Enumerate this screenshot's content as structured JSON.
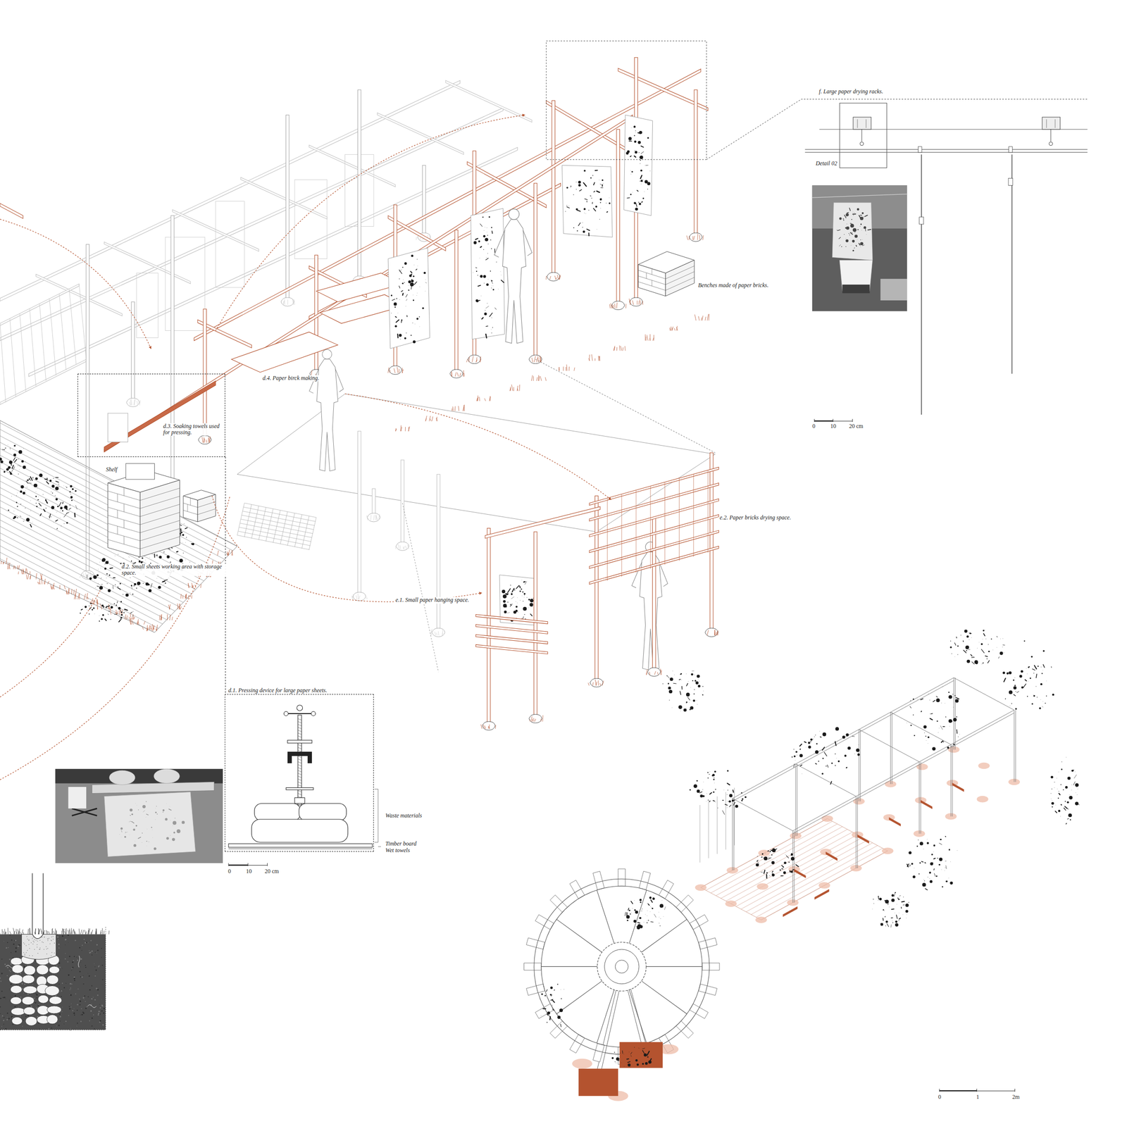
{
  "diagram": {
    "nodes": [
      {
        "text": [
          "d.3. Soaking towels used for pressing."
        ]
      },
      {
        "text": [
          "d.1. Pressing device for large paper sheets."
        ]
      },
      {
        "text": [
          "Detail 02"
        ]
      }
    ],
    "edges": [
      {
        "from": 0,
        "to": 1,
        "arrow": "none"
      }
    ],
    "labels": [
      "f. Large paper drying racks.",
      "0",
      "10",
      "20 cm",
      "Benches made of paper bricks.",
      "d.4. Paper birck making.",
      "Shelf",
      "e.2. Paper bricks drying space.",
      "d.2. Small sheets working area with storage space.",
      "e.1. Small paper hanging space.",
      "Waste materials",
      "Timber board",
      "Wet towels",
      "0",
      "10",
      "20 cm",
      "0",
      "1",
      "2m"
    ]
  }
}
